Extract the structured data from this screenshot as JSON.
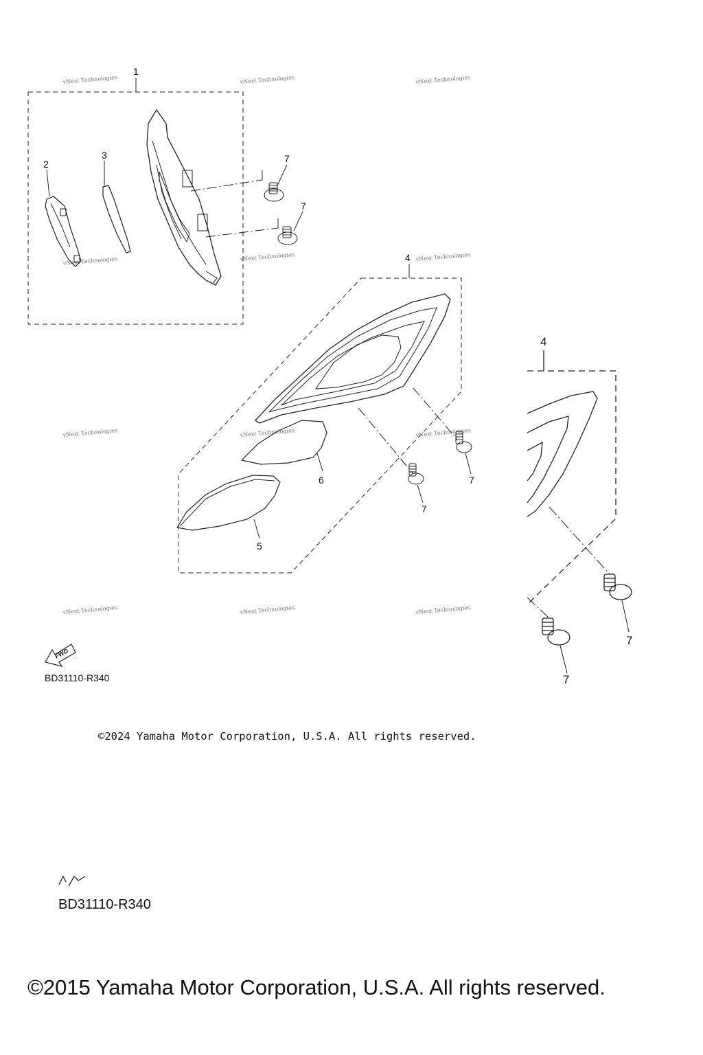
{
  "diagram_code": "BD31110-R340",
  "watermark_text": "vNext Technologies",
  "fwd_text": "FWD",
  "callouts": {
    "c1": "1",
    "c2": "2",
    "c3": "3",
    "c4": "4",
    "c4b": "4",
    "c5": "5",
    "c6": "6",
    "c7": "7"
  },
  "copyright_small": "©2024 Yamaha Motor Corporation, U.S.A. All rights reserved.",
  "copyright_large": "©2015 Yamaha Motor Corporation, U.S.A. All rights reserved."
}
